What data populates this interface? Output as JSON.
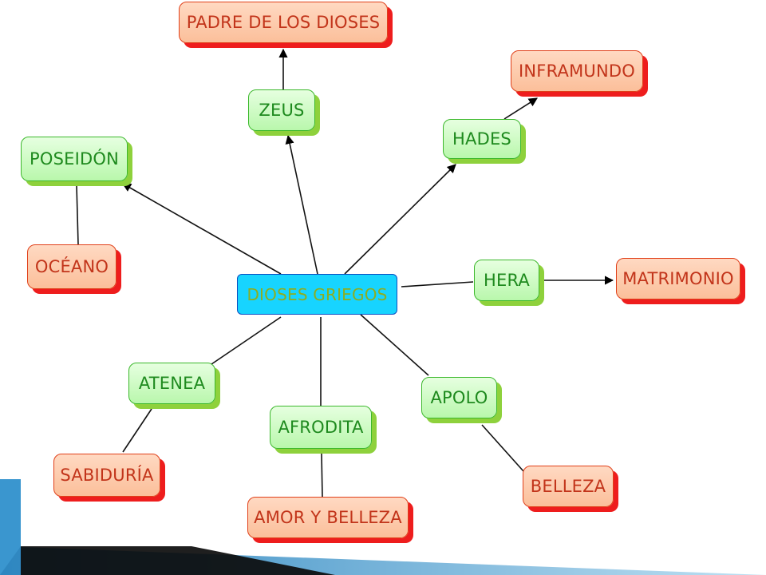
{
  "diagram": {
    "center": "DIOSES GRIEGOS",
    "gods": {
      "zeus": "ZEUS",
      "hades": "HADES",
      "poseidon": "POSEIDÓN",
      "hera": "HERA",
      "atenea": "ATENEA",
      "afrodita": "AFRODITA",
      "apolo": "APOLO"
    },
    "attributes": {
      "padre": "PADRE DE LOS DIOSES",
      "inframundo": "INFRAMUNDO",
      "oceano": "OCÉANO",
      "matrimonio": "MATRIMONIO",
      "sabiduria": "SABIDURÍA",
      "amor_belleza": "AMOR Y BELLEZA",
      "belleza": "BELLEZA"
    }
  },
  "colors": {
    "center_fill": "#17d4ff",
    "god_fill": "#c8f9bd",
    "god_border": "#3cb82c",
    "attribute_fill": "#fccbaa",
    "attribute_shadow": "#ee1d1d",
    "slide_band": "#3a8fc4"
  }
}
